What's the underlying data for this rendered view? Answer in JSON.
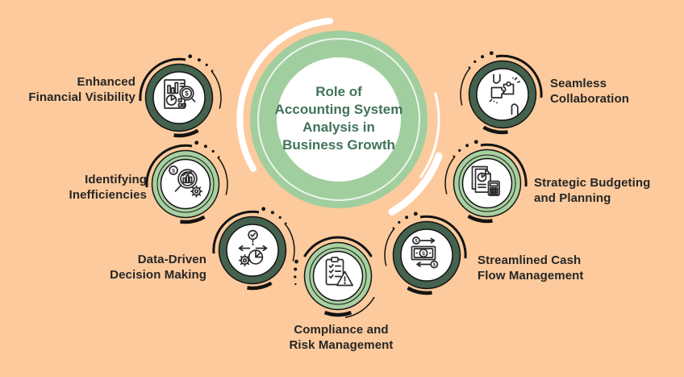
{
  "title": "Role of Accounting System Analysis in Business Growth",
  "center": {
    "title_lines": [
      "Role of",
      "Accounting System",
      "Analysis in",
      "Business Growth"
    ]
  },
  "nodes": [
    {
      "label": "Enhanced Financial Visibility",
      "lines": [
        "Enhanced",
        "Financial Visibility"
      ],
      "style": "dark",
      "icon": "financial-report-magnifier-icon"
    },
    {
      "label": "Identifying Inefficiencies",
      "lines": [
        "Identifying",
        "Inefficiencies"
      ],
      "style": "light",
      "icon": "magnifier-bar-chart-gear-icon"
    },
    {
      "label": "Data-Driven Decision Making",
      "lines": [
        "Data-Driven",
        "Decision Making"
      ],
      "style": "dark",
      "icon": "decision-arrows-pie-gear-icon"
    },
    {
      "label": "Compliance and Risk Management",
      "lines": [
        "Compliance and",
        "Risk Management"
      ],
      "style": "light",
      "icon": "clipboard-warning-icon"
    },
    {
      "label": "Streamlined Cash Flow Management",
      "lines": [
        "Streamlined Cash",
        "Flow Management"
      ],
      "style": "dark",
      "icon": "banknote-cash-flow-icon"
    },
    {
      "label": "Strategic Budgeting and Planning",
      "lines": [
        "Strategic Budgeting",
        "and Planning"
      ],
      "style": "light",
      "icon": "documents-pie-calculator-icon"
    },
    {
      "label": "Seamless Collaboration",
      "lines": [
        "Seamless",
        "Collaboration"
      ],
      "style": "dark",
      "icon": "hands-puzzle-pieces-icon"
    }
  ],
  "glyphs": {
    "dollar": "$"
  },
  "colors": {
    "background": "#fcca9c",
    "center_ring": "#a1ce9e",
    "center_text": "#41735a",
    "dark_ring": "#44624e",
    "light_ring": "#a8d0a1",
    "label_text": "#262626",
    "line_art": "#2b2b2b",
    "arc_black": "#131313",
    "white": "#ffffff"
  }
}
